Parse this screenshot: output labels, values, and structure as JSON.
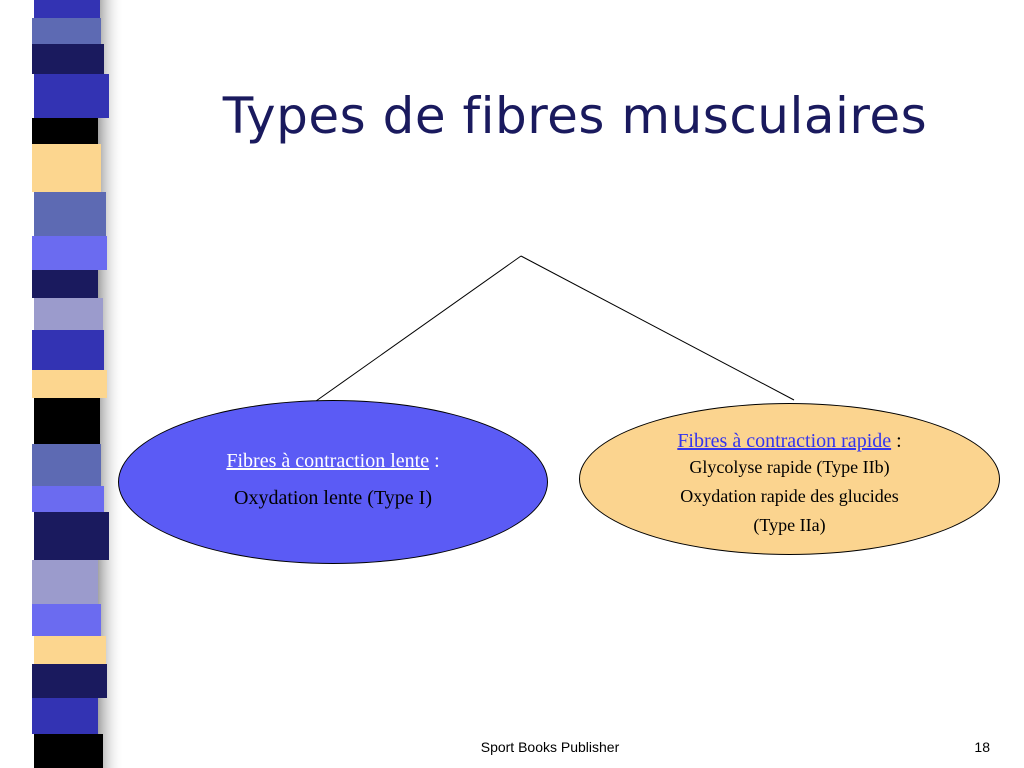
{
  "slide": {
    "title": "Types de fibres musculaires"
  },
  "colors": {
    "slow_fill": "#5b5bf5",
    "fast_fill": "#fbd48f",
    "title_color": "#1a1a5e",
    "band_shades": [
      "#3333b3",
      "#5d6ab3",
      "#1a1a5e",
      "#6b6bf0",
      "#fcd68f",
      "#000000",
      "#9b9bcc"
    ]
  },
  "diagram": {
    "slow": {
      "link_label": "Fibres à contraction lente",
      "colon": " :",
      "line": "Oxydation lente (Type I)"
    },
    "fast": {
      "link_label": "Fibres à contraction rapide",
      "colon": " :",
      "lines": [
        "Glycolyse rapide (Type IIb)",
        "Oxydation rapide des glucides",
        "(Type IIa)"
      ]
    }
  },
  "footer": {
    "publisher": "Sport Books Publisher",
    "page_number": "18"
  }
}
